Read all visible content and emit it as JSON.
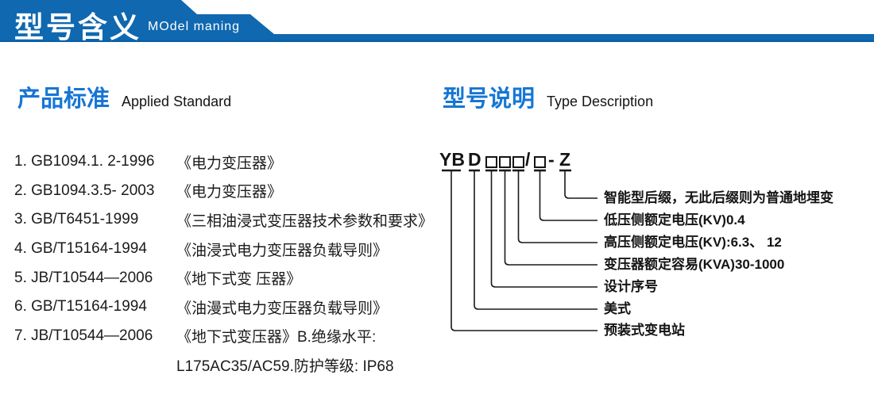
{
  "colors": {
    "banner_blue": "#0f68b0",
    "banner_edge_blue": "#0b5fa9",
    "heading_blue": "#1676d4",
    "text_dark": "#1b1b1b"
  },
  "banner": {
    "title_zh": "型号含义",
    "title_en": "MOdel maning"
  },
  "left_section": {
    "heading_zh": "产品标准",
    "heading_en": "Applied Standard",
    "items": [
      {
        "num_code": "1. GB1094.1. 2-1996",
        "title": "《电力变压器》"
      },
      {
        "num_code": "2. GB1094.3.5- 2003",
        "title": "《电力变压器》"
      },
      {
        "num_code": "3. GB/T6451-1999",
        "title": "《三相油浸式变压器技术参数和要求》"
      },
      {
        "num_code": "4. GB/T15164-1994",
        "title": "《油浸式电力变压器负载导则》"
      },
      {
        "num_code": "5. JB/T10544—2006",
        "title": "《地下式变 压器》"
      },
      {
        "num_code": "6. GB/T15164-1994",
        "title": "《油漫式电力变压器负载导则》"
      },
      {
        "num_code": "7. JB/T10544—2006",
        "title": "《地下式变压器》B.绝缘水平:"
      }
    ],
    "continuation": "L175AC35/AC59.防护等级: IP68"
  },
  "right_section": {
    "heading_zh": "型号说明",
    "heading_en": "Type Description",
    "code": {
      "yb": "YB",
      "d": "D",
      "slash": "/",
      "dash": "-",
      "z": "Z",
      "box_symbol": "□"
    },
    "labels": [
      "智能型后缀，无此后缀则为普通地埋变",
      "低压侧额定电压(KV)0.4",
      "高压侧额定电压(KV):6.3、 12",
      "变压器额定容易(KVA)30-1000",
      "设计序号",
      "美式",
      "预装式变电站"
    ]
  }
}
